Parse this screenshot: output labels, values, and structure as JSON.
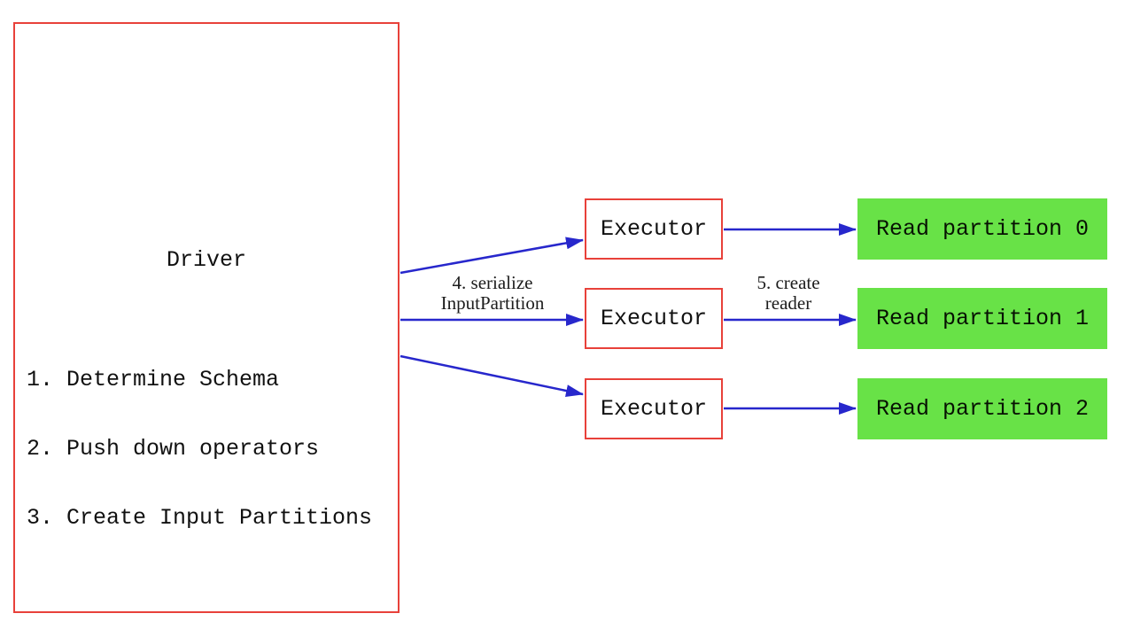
{
  "diagram": {
    "driver": {
      "title": "Driver",
      "steps": [
        "1. Determine Schema",
        "2. Push down operators",
        "3. Create Input Partitions"
      ]
    },
    "executors": [
      {
        "label": "Executor"
      },
      {
        "label": "Executor"
      },
      {
        "label": "Executor"
      }
    ],
    "partitions": [
      {
        "label": "Read partition 0"
      },
      {
        "label": "Read partition 1"
      },
      {
        "label": "Read partition 2"
      }
    ],
    "edge_labels": {
      "serialize": {
        "line1": "4. serialize",
        "line2": "InputPartition"
      },
      "create_reader": {
        "line1": "5. create",
        "line2": "reader"
      }
    },
    "colors": {
      "box_border": "#e8413a",
      "arrow": "#2727cc",
      "partition_fill": "#68e247"
    }
  }
}
